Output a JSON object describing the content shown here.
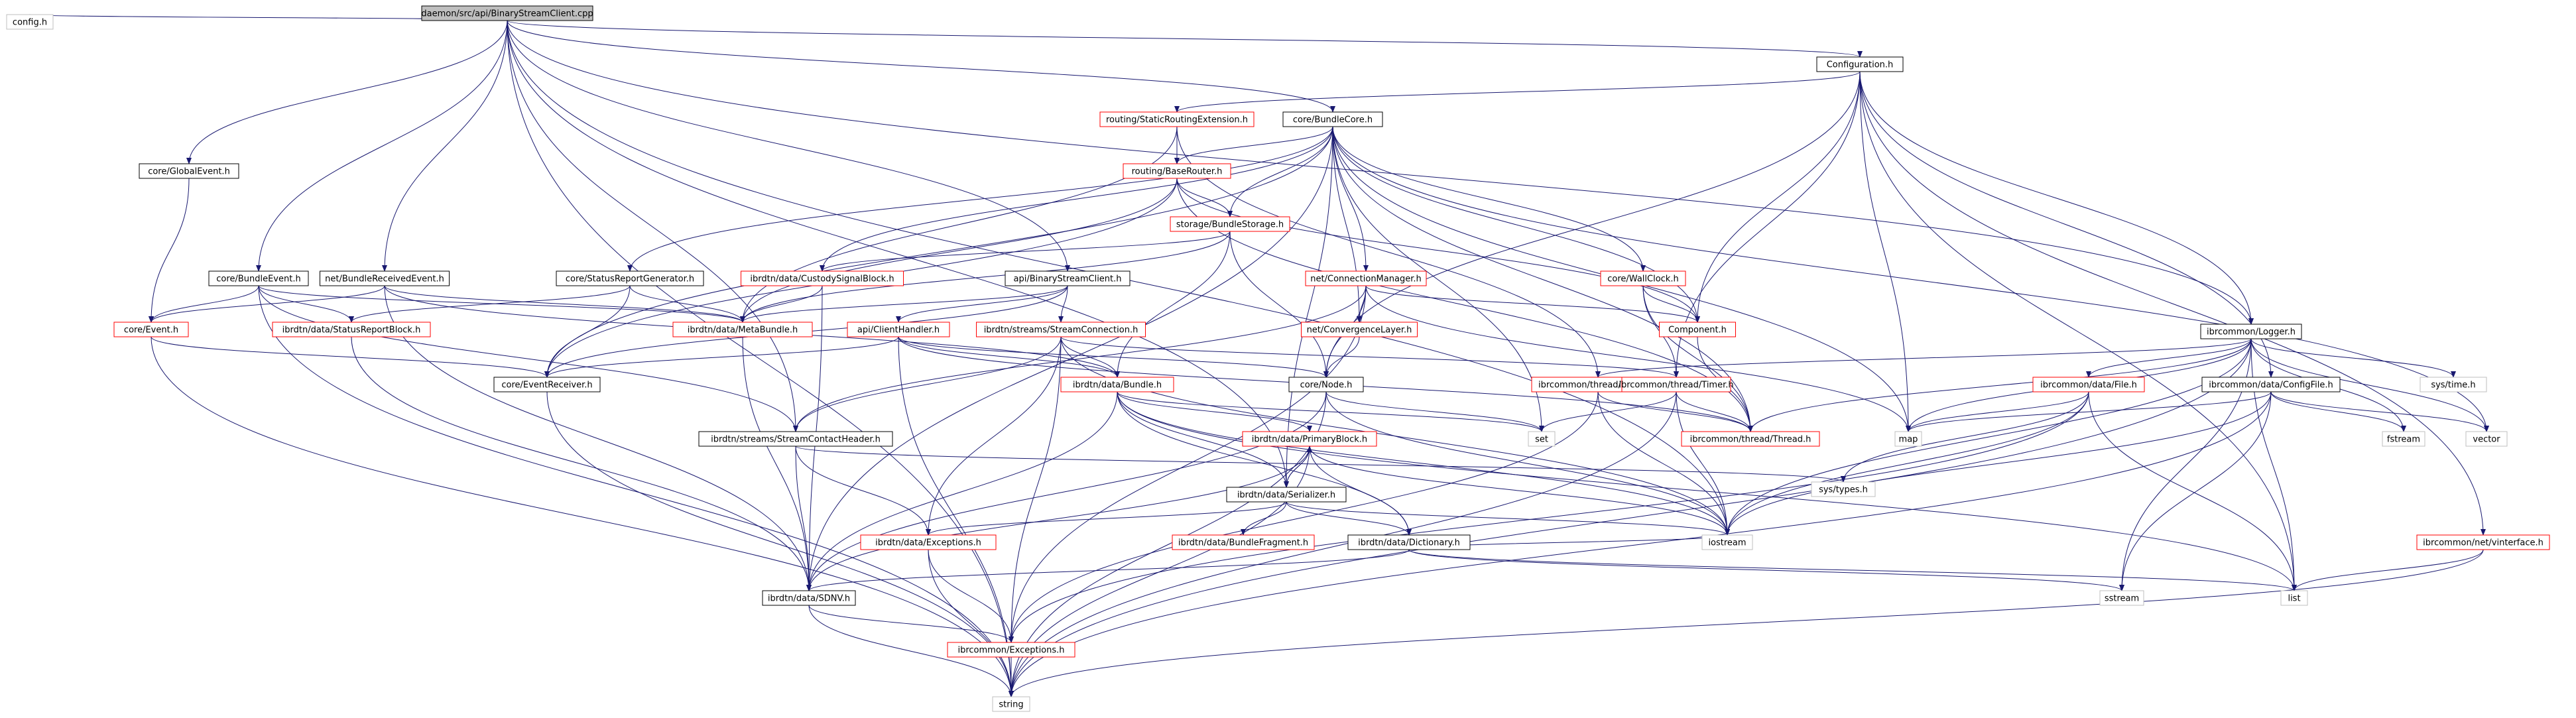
{
  "diagram": {
    "nodes": [
      {
        "id": "root",
        "label": "daemon/src/api/BinaryStreamClient.cpp",
        "border": "black",
        "fill": "#bfbfbf"
      },
      {
        "id": "config",
        "label": "config.h",
        "border": "lightgray"
      },
      {
        "id": "configuration",
        "label": "Configuration.h",
        "border": "black"
      },
      {
        "id": "logger",
        "label": "ibrcommon/Logger.h",
        "border": "black"
      },
      {
        "id": "staticrouting",
        "label": "routing/StaticRoutingExtension.h",
        "border": "red"
      },
      {
        "id": "bundlecore",
        "label": "core/BundleCore.h",
        "border": "black"
      },
      {
        "id": "globalevent",
        "label": "core/GlobalEvent.h",
        "border": "black"
      },
      {
        "id": "baserouter",
        "label": "routing/BaseRouter.h",
        "border": "red"
      },
      {
        "id": "bundlestorage",
        "label": "storage/BundleStorage.h",
        "border": "red"
      },
      {
        "id": "bundleevent",
        "label": "core/BundleEvent.h",
        "border": "black"
      },
      {
        "id": "bundlereceived",
        "label": "net/BundleReceivedEvent.h",
        "border": "black"
      },
      {
        "id": "statusreportgen",
        "label": "core/StatusReportGenerator.h",
        "border": "black"
      },
      {
        "id": "custodysignal",
        "label": "ibrdtn/data/CustodySignalBlock.h",
        "border": "red"
      },
      {
        "id": "apibinary",
        "label": "api/BinaryStreamClient.h",
        "border": "black"
      },
      {
        "id": "connmgr",
        "label": "net/ConnectionManager.h",
        "border": "red"
      },
      {
        "id": "wallclock",
        "label": "core/WallClock.h",
        "border": "red"
      },
      {
        "id": "coreevent",
        "label": "core/Event.h",
        "border": "red"
      },
      {
        "id": "statusreportblock",
        "label": "ibrdtn/data/StatusReportBlock.h",
        "border": "red"
      },
      {
        "id": "metabundle",
        "label": "ibrdtn/data/MetaBundle.h",
        "border": "red"
      },
      {
        "id": "clienthandler",
        "label": "api/ClientHandler.h",
        "border": "red"
      },
      {
        "id": "streamconn",
        "label": "ibrdtn/streams/StreamConnection.h",
        "border": "red"
      },
      {
        "id": "convergence",
        "label": "net/ConvergenceLayer.h",
        "border": "red"
      },
      {
        "id": "component",
        "label": "Component.h",
        "border": "red"
      },
      {
        "id": "eventreceiver",
        "label": "core/EventReceiver.h",
        "border": "black"
      },
      {
        "id": "bundle",
        "label": "ibrdtn/data/Bundle.h",
        "border": "red"
      },
      {
        "id": "corenode",
        "label": "core/Node.h",
        "border": "black"
      },
      {
        "id": "queue",
        "label": "ibrcommon/thread/Queue.h",
        "border": "red"
      },
      {
        "id": "timer",
        "label": "ibrcommon/thread/Timer.h",
        "border": "red"
      },
      {
        "id": "file",
        "label": "ibrcommon/data/File.h",
        "border": "red"
      },
      {
        "id": "configfile",
        "label": "ibrcommon/data/ConfigFile.h",
        "border": "black"
      },
      {
        "id": "systime",
        "label": "sys/time.h",
        "border": "lightgray"
      },
      {
        "id": "streamcontact",
        "label": "ibrdtn/streams/StreamContactHeader.h",
        "border": "black"
      },
      {
        "id": "primaryblock",
        "label": "ibrdtn/data/PrimaryBlock.h",
        "border": "red"
      },
      {
        "id": "set",
        "label": "set",
        "border": "lightgray"
      },
      {
        "id": "thread",
        "label": "ibrcommon/thread/Thread.h",
        "border": "red"
      },
      {
        "id": "map",
        "label": "map",
        "border": "lightgray"
      },
      {
        "id": "fstream",
        "label": "fstream",
        "border": "lightgray"
      },
      {
        "id": "vector",
        "label": "vector",
        "border": "lightgray"
      },
      {
        "id": "systypes",
        "label": "sys/types.h",
        "border": "lightgray"
      },
      {
        "id": "serializer",
        "label": "ibrdtn/data/Serializer.h",
        "border": "black"
      },
      {
        "id": "dataexceptions",
        "label": "ibrdtn/data/Exceptions.h",
        "border": "red"
      },
      {
        "id": "bundlefragment",
        "label": "ibrdtn/data/BundleFragment.h",
        "border": "red"
      },
      {
        "id": "dictionary",
        "label": "ibrdtn/data/Dictionary.h",
        "border": "black"
      },
      {
        "id": "iostream",
        "label": "iostream",
        "border": "lightgray"
      },
      {
        "id": "netinterface",
        "label": "ibrcommon/net/vinterface.h",
        "border": "red"
      },
      {
        "id": "sdnv",
        "label": "ibrdtn/data/SDNV.h",
        "border": "black"
      },
      {
        "id": "sstream",
        "label": "sstream",
        "border": "lightgray"
      },
      {
        "id": "list",
        "label": "list",
        "border": "lightgray"
      },
      {
        "id": "commonexceptions",
        "label": "ibrcommon/Exceptions.h",
        "border": "red"
      },
      {
        "id": "string",
        "label": "string",
        "border": "lightgray"
      }
    ],
    "edges": [
      [
        "root",
        "config"
      ],
      [
        "root",
        "configuration"
      ],
      [
        "root",
        "logger"
      ],
      [
        "root",
        "bundlecore"
      ],
      [
        "root",
        "globalevent"
      ],
      [
        "root",
        "bundleevent"
      ],
      [
        "root",
        "bundlereceived"
      ],
      [
        "root",
        "apibinary"
      ],
      [
        "root",
        "streamcontact"
      ],
      [
        "root",
        "serializer"
      ],
      [
        "root",
        "iostream"
      ],
      [
        "root",
        "string"
      ],
      [
        "configuration",
        "staticrouting"
      ],
      [
        "configuration",
        "logger"
      ],
      [
        "configuration",
        "configfile"
      ],
      [
        "configuration",
        "corenode"
      ],
      [
        "configuration",
        "timer"
      ],
      [
        "configuration",
        "map"
      ],
      [
        "configuration",
        "list"
      ],
      [
        "configuration",
        "netinterface"
      ],
      [
        "configuration",
        "component"
      ],
      [
        "staticrouting",
        "baserouter"
      ],
      [
        "staticrouting",
        "metabundle"
      ],
      [
        "staticrouting",
        "queue"
      ],
      [
        "bundlecore",
        "baserouter"
      ],
      [
        "bundlecore",
        "bundlestorage"
      ],
      [
        "bundlecore",
        "statusreportgen"
      ],
      [
        "bundlecore",
        "custodysignal"
      ],
      [
        "bundlecore",
        "connmgr"
      ],
      [
        "bundlecore",
        "wallclock"
      ],
      [
        "bundlecore",
        "component"
      ],
      [
        "bundlecore",
        "eventreceiver"
      ],
      [
        "bundlecore",
        "convergence"
      ],
      [
        "bundlecore",
        "serializer"
      ],
      [
        "bundlecore",
        "set"
      ],
      [
        "bundlecore",
        "map"
      ],
      [
        "bundlecore",
        "vector"
      ],
      [
        "bundlecore",
        "thread"
      ],
      [
        "bundlecore",
        "sdnv"
      ],
      [
        "globalevent",
        "coreevent"
      ],
      [
        "baserouter",
        "bundlestorage"
      ],
      [
        "baserouter",
        "metabundle"
      ],
      [
        "baserouter",
        "eventreceiver"
      ],
      [
        "baserouter",
        "thread"
      ],
      [
        "baserouter",
        "component"
      ],
      [
        "bundlestorage",
        "custodysignal"
      ],
      [
        "bundlestorage",
        "metabundle"
      ],
      [
        "bundlestorage",
        "bundle"
      ],
      [
        "bundlestorage",
        "corenode"
      ],
      [
        "bundleevent",
        "coreevent"
      ],
      [
        "bundleevent",
        "statusreportblock"
      ],
      [
        "bundleevent",
        "metabundle"
      ],
      [
        "bundleevent",
        "string"
      ],
      [
        "bundleevent",
        "streamcontact"
      ],
      [
        "bundlereceived",
        "coreevent"
      ],
      [
        "bundlereceived",
        "bundle"
      ],
      [
        "bundlereceived",
        "metabundle"
      ],
      [
        "bundlereceived",
        "sdnv"
      ],
      [
        "statusreportgen",
        "eventreceiver"
      ],
      [
        "statusreportgen",
        "statusreportblock"
      ],
      [
        "statusreportgen",
        "metabundle"
      ],
      [
        "custodysignal",
        "metabundle"
      ],
      [
        "custodysignal",
        "sdnv"
      ],
      [
        "apibinary",
        "clienthandler"
      ],
      [
        "apibinary",
        "streamconn"
      ],
      [
        "apibinary",
        "eventreceiver"
      ],
      [
        "apibinary",
        "metabundle"
      ],
      [
        "connmgr",
        "convergence"
      ],
      [
        "connmgr",
        "corenode"
      ],
      [
        "connmgr",
        "component"
      ],
      [
        "connmgr",
        "streamcontact"
      ],
      [
        "connmgr",
        "commonexceptions"
      ],
      [
        "connmgr",
        "map"
      ],
      [
        "wallclock",
        "component"
      ],
      [
        "wallclock",
        "timer"
      ],
      [
        "wallclock",
        "thread"
      ],
      [
        "coreevent",
        "eventreceiver"
      ],
      [
        "coreevent",
        "string"
      ],
      [
        "statusreportblock",
        "sdnv"
      ],
      [
        "metabundle",
        "sdnv"
      ],
      [
        "clienthandler",
        "bundle"
      ],
      [
        "clienthandler",
        "corenode"
      ],
      [
        "clienthandler",
        "eventreceiver"
      ],
      [
        "clienthandler",
        "thread"
      ],
      [
        "clienthandler",
        "string"
      ],
      [
        "streamconn",
        "bundle"
      ],
      [
        "streamconn",
        "streamcontact"
      ],
      [
        "streamconn",
        "timer"
      ],
      [
        "streamconn",
        "dataexceptions"
      ],
      [
        "streamconn",
        "commonexceptions"
      ],
      [
        "streamconn",
        "iostream"
      ],
      [
        "convergence",
        "corenode"
      ],
      [
        "component",
        "thread"
      ],
      [
        "eventreceiver",
        "string"
      ],
      [
        "bundle",
        "primaryblock"
      ],
      [
        "bundle",
        "serializer"
      ],
      [
        "bundle",
        "dictionary"
      ],
      [
        "bundle",
        "set"
      ],
      [
        "bundle",
        "sdnv"
      ],
      [
        "bundle",
        "iostream"
      ],
      [
        "bundle",
        "list"
      ],
      [
        "corenode",
        "set"
      ],
      [
        "corenode",
        "string"
      ],
      [
        "corenode",
        "sdnv"
      ],
      [
        "corenode",
        "iostream"
      ],
      [
        "queue",
        "thread"
      ],
      [
        "queue",
        "iostream"
      ],
      [
        "queue",
        "commonexceptions"
      ],
      [
        "timer",
        "thread"
      ],
      [
        "timer",
        "set"
      ],
      [
        "timer",
        "iostream"
      ],
      [
        "timer",
        "string"
      ],
      [
        "file",
        "systypes"
      ],
      [
        "file",
        "iostream"
      ],
      [
        "file",
        "map"
      ],
      [
        "file",
        "list"
      ],
      [
        "file",
        "commonexceptions"
      ],
      [
        "configfile",
        "map"
      ],
      [
        "configfile",
        "iostream"
      ],
      [
        "configfile",
        "fstream"
      ],
      [
        "configfile",
        "sstream"
      ],
      [
        "configfile",
        "vector"
      ],
      [
        "configfile",
        "string"
      ],
      [
        "logger",
        "file"
      ],
      [
        "logger",
        "queue"
      ],
      [
        "logger",
        "thread"
      ],
      [
        "logger",
        "systime"
      ],
      [
        "logger",
        "iostream"
      ],
      [
        "logger",
        "list"
      ],
      [
        "logger",
        "sstream"
      ],
      [
        "logger",
        "string"
      ],
      [
        "logger",
        "map"
      ],
      [
        "logger",
        "vector"
      ],
      [
        "logger",
        "fstream"
      ],
      [
        "streamcontact",
        "sdnv"
      ],
      [
        "streamcontact",
        "systypes"
      ],
      [
        "streamcontact",
        "dataexceptions"
      ],
      [
        "primaryblock",
        "serializer"
      ],
      [
        "primaryblock",
        "dictionary"
      ],
      [
        "primaryblock",
        "sdnv"
      ],
      [
        "primaryblock",
        "iostream"
      ],
      [
        "primaryblock",
        "string"
      ],
      [
        "serializer",
        "primaryblock"
      ],
      [
        "serializer",
        "dataexceptions"
      ],
      [
        "serializer",
        "bundlefragment"
      ],
      [
        "serializer",
        "dictionary"
      ],
      [
        "serializer",
        "iostream"
      ],
      [
        "dataexceptions",
        "commonexceptions"
      ],
      [
        "dataexceptions",
        "string"
      ],
      [
        "dictionary",
        "sdnv"
      ],
      [
        "dictionary",
        "list"
      ],
      [
        "dictionary",
        "sstream"
      ],
      [
        "dictionary",
        "iostream"
      ],
      [
        "netinterface",
        "list"
      ],
      [
        "netinterface",
        "string"
      ],
      [
        "sdnv",
        "commonexceptions"
      ],
      [
        "sdnv",
        "string"
      ],
      [
        "commonexceptions",
        "string"
      ]
    ],
    "colors": {
      "edge": "#191970",
      "border_black": "#000000",
      "border_red": "#ff0000",
      "border_lightgray": "#bfbfbf"
    }
  }
}
